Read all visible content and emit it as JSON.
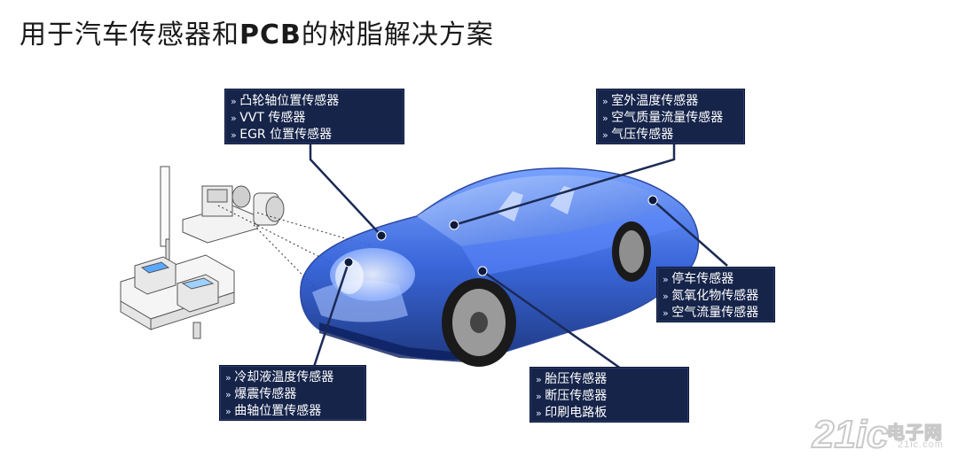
{
  "title_text": "用于汽车传感器和",
  "title_bold": "PCB",
  "title_tail": "的树脂解决方案",
  "boxes": {
    "camshaft": [
      "凸轮轴位置传感器",
      "VVT 传感器",
      "EGR 位置传感器"
    ],
    "outdoor": [
      "室外温度传感器",
      "空气质量流量传感器",
      "气压传感器"
    ],
    "parking": [
      "停车传感器",
      "氮氧化物传感器",
      "空气流量传感器"
    ],
    "coolant": [
      "冷却液温度传感器",
      "爆震传感器",
      "曲轴位置传感器"
    ],
    "tire": [
      "胎压传感器",
      "断压传感器",
      "印刷电路板"
    ]
  },
  "watermark": {
    "num": "21ic",
    "cn": "电子网",
    "site": "21ic.com"
  },
  "colors": {
    "box_bg": "#16244a",
    "car_blue": "#2a5bd8",
    "leader": "#1b2a55"
  }
}
